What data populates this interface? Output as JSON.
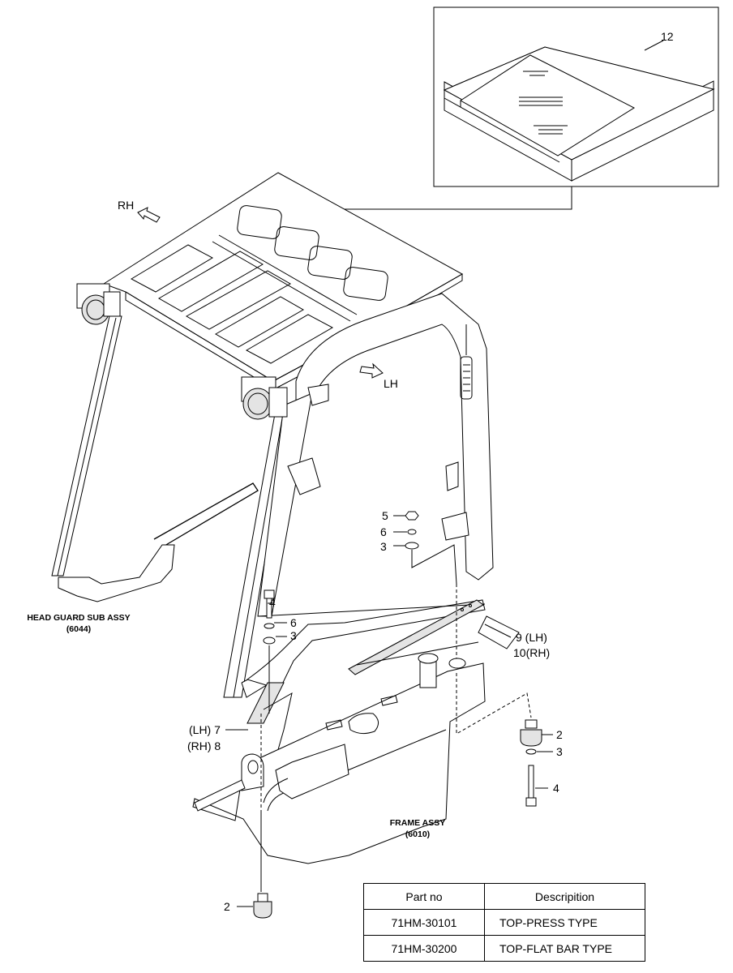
{
  "callouts": {
    "manual": "12",
    "rh_arrow": "RH",
    "lh_arrow": "LH",
    "nut": "5",
    "lock_washer_top": "6",
    "washer_top": "3",
    "bolt_left": "4",
    "lock_washer_left": "6",
    "washer_left": "3",
    "bar_lh": "9 (LH)",
    "bar_rh": "10(RH)",
    "plate_lh": "(LH) 7",
    "plate_rh": "(RH) 8",
    "mount_right": "2",
    "washer_right": "3",
    "bolt_right": "4",
    "mount_bottom": "2"
  },
  "captions": {
    "head_guard_line1": "HEAD GUARD SUB ASSY",
    "head_guard_line2": "(6044)",
    "frame_line1": "FRAME ASSY",
    "frame_line2": "(6010)"
  },
  "table": {
    "headers": [
      "Part no",
      "Descripition"
    ],
    "rows": [
      [
        "71HM-30101",
        "TOP-PRESS TYPE"
      ],
      [
        "71HM-30200",
        "TOP-FLAT BAR TYPE"
      ]
    ]
  }
}
